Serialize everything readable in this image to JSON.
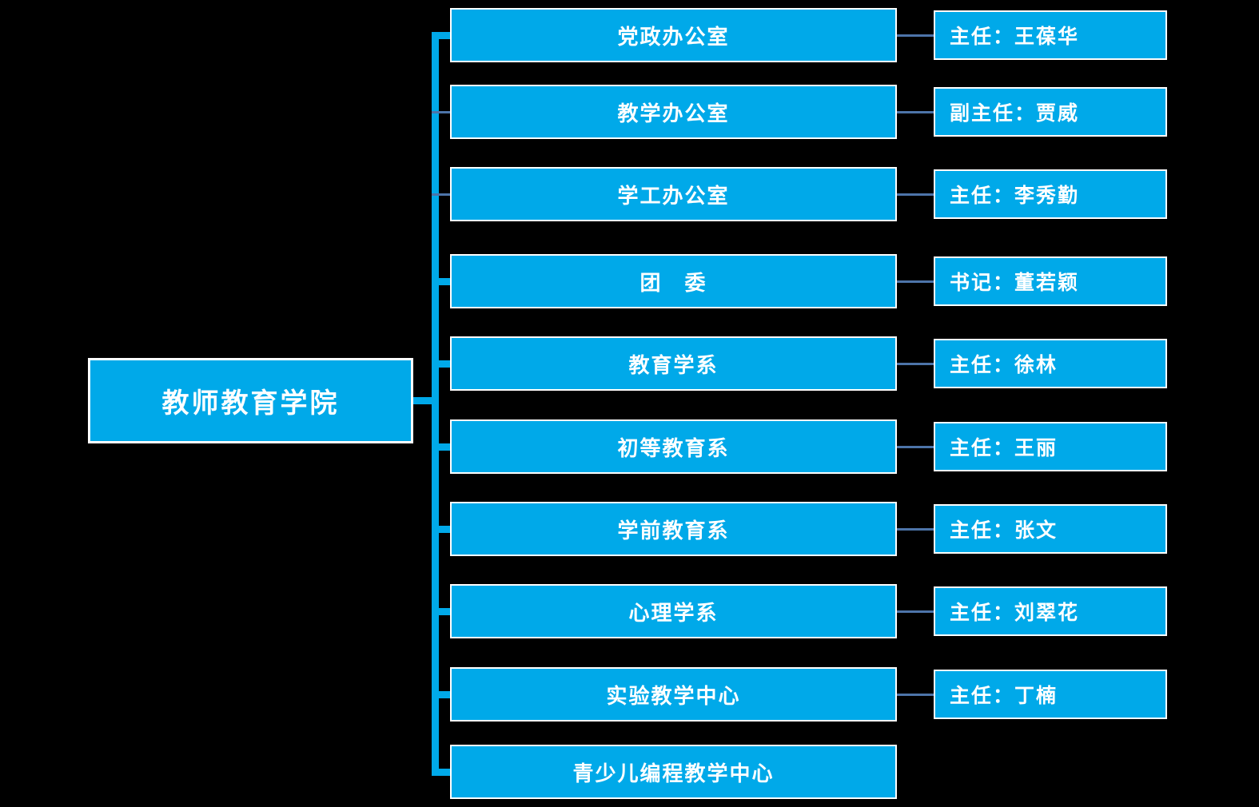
{
  "root": {
    "title": "教师教育学院"
  },
  "colors": {
    "accent": "#00a9e9",
    "connector": "#4d74a9",
    "border": "#ffffff",
    "background": "#000000",
    "text": "#ffffff"
  },
  "rows": [
    {
      "dept": "党政办公室",
      "leader": "主任：王葆华"
    },
    {
      "dept": "教学办公室",
      "leader": "副主任：贾威"
    },
    {
      "dept": "学工办公室",
      "leader": "主任：李秀勤"
    },
    {
      "dept": "团　委",
      "leader": "书记：董若颖"
    },
    {
      "dept": "教育学系",
      "leader": "主任：徐林"
    },
    {
      "dept": "初等教育系",
      "leader": "主任：王丽"
    },
    {
      "dept": "学前教育系",
      "leader": "主任：张文"
    },
    {
      "dept": "心理学系",
      "leader": "主任：刘翠花"
    },
    {
      "dept": "实验教学中心",
      "leader": "主任：丁楠"
    },
    {
      "dept": "青少儿编程教学中心",
      "leader": null
    }
  ]
}
